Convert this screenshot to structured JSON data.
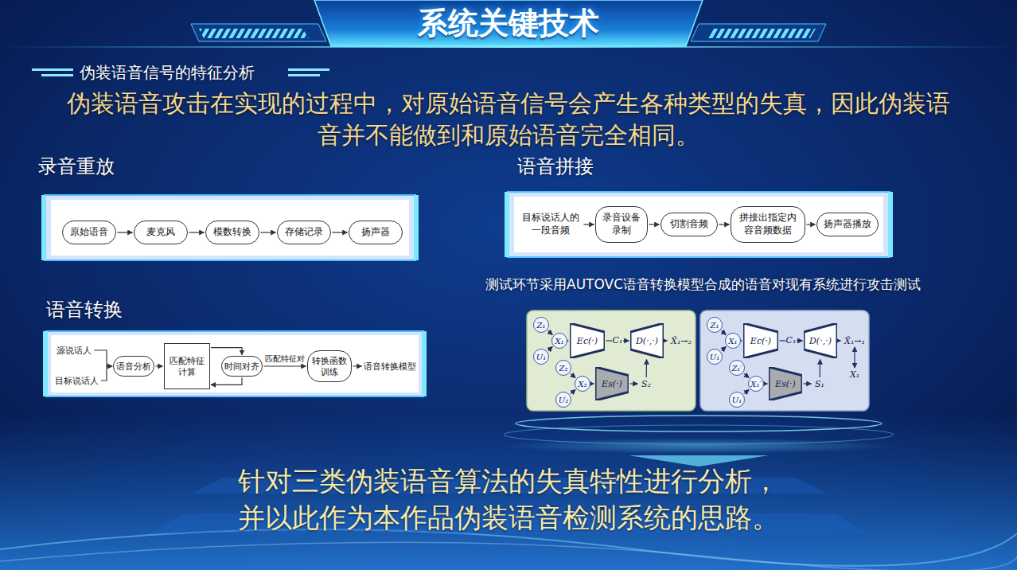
{
  "diagram": {
    "title": "系统关键技术",
    "nodes": [
      {
        "text": [
          "原始语音"
        ]
      },
      {
        "text": [
          "麦克风"
        ]
      },
      {
        "text": [
          "模数转换"
        ]
      },
      {
        "text": [
          "存储记录"
        ]
      },
      {
        "text": [
          "扬声器"
        ]
      },
      {
        "text": [
          "目标说话人的一段音频"
        ]
      },
      {
        "text": [
          "录音设备录制"
        ]
      },
      {
        "text": [
          "切割音频"
        ]
      },
      {
        "text": [
          "拼接出指定内容音频数据"
        ]
      },
      {
        "text": [
          "扬声器播放"
        ]
      },
      {
        "text": [
          "源说话人"
        ]
      },
      {
        "text": [
          "目标说话人"
        ]
      },
      {
        "text": [
          "语音分析"
        ]
      },
      {
        "text": [
          "匹配特征计算"
        ]
      },
      {
        "text": [
          "时间对齐"
        ]
      },
      {
        "text": [
          "转换函数训练"
        ]
      },
      {
        "text": [
          "语音转换模型"
        ]
      },
      {
        "text": [
          "Z₁"
        ]
      },
      {
        "text": [
          "U₁"
        ]
      },
      {
        "text": [
          "X₁"
        ]
      },
      {
        "text": [
          "Ec(·)"
        ]
      },
      {
        "text": [
          "D(·,·)"
        ]
      },
      {
        "text": [
          "X̂₁→₂"
        ]
      },
      {
        "text": [
          "Z₂"
        ]
      },
      {
        "text": [
          "U₂"
        ]
      },
      {
        "text": [
          "X₂"
        ]
      },
      {
        "text": [
          "Es(·)"
        ]
      },
      {
        "text": [
          "S₂"
        ]
      },
      {
        "text": [
          "Z₁"
        ]
      },
      {
        "text": [
          "U₁"
        ]
      },
      {
        "text": [
          "X₁"
        ]
      },
      {
        "text": [
          "Ec(·)"
        ]
      },
      {
        "text": [
          "D(·,·)"
        ]
      },
      {
        "text": [
          "X̂₁→₁"
        ]
      },
      {
        "text": [
          "X₁"
        ]
      },
      {
        "text": [
          "Z₁′"
        ]
      },
      {
        "text": [
          "X₁′"
        ]
      },
      {
        "text": [
          "U₁"
        ]
      },
      {
        "text": [
          "Es(·)"
        ]
      },
      {
        "text": [
          "S₁"
        ]
      }
    ],
    "edges": [
      {
        "from": 0,
        "to": 1,
        "arrow": "to"
      },
      {
        "from": 1,
        "to": 2,
        "arrow": "to"
      },
      {
        "from": 2,
        "to": 3,
        "arrow": "to"
      },
      {
        "from": 3,
        "to": 4,
        "arrow": "to"
      },
      {
        "from": 5,
        "to": 6,
        "arrow": "to"
      },
      {
        "from": 6,
        "to": 7,
        "arrow": "to"
      },
      {
        "from": 7,
        "to": 8,
        "arrow": "to"
      },
      {
        "from": 8,
        "to": 9,
        "arrow": "to"
      },
      {
        "from": 10,
        "to": 12,
        "arrow": "to"
      },
      {
        "from": 11,
        "to": 12,
        "arrow": "to"
      },
      {
        "from": 12,
        "to": 13,
        "arrow": "to"
      },
      {
        "from": 13,
        "to": 14,
        "arrow": "to"
      },
      {
        "from": 14,
        "to": 13,
        "arrow": "to"
      },
      {
        "from": 14,
        "to": 15,
        "label": "匹配特征对",
        "arrow": "to"
      },
      {
        "from": 15,
        "to": 16,
        "arrow": "to"
      },
      {
        "from": 17,
        "to": 19,
        "arrow": "to"
      },
      {
        "from": 18,
        "to": 19,
        "arrow": "to"
      },
      {
        "from": 19,
        "to": 20,
        "arrow": "to"
      },
      {
        "from": 20,
        "to": 21,
        "label": "C₁",
        "arrow": "to"
      },
      {
        "from": 21,
        "to": 22,
        "arrow": "to"
      },
      {
        "from": 23,
        "to": 25,
        "arrow": "to"
      },
      {
        "from": 24,
        "to": 25,
        "arrow": "to"
      },
      {
        "from": 25,
        "to": 26,
        "arrow": "to"
      },
      {
        "from": 26,
        "to": 27,
        "arrow": "to"
      },
      {
        "from": 27,
        "to": 21,
        "arrow": "to"
      },
      {
        "from": 28,
        "to": 30,
        "arrow": "to"
      },
      {
        "from": 29,
        "to": 30,
        "arrow": "to"
      },
      {
        "from": 30,
        "to": 31,
        "arrow": "to"
      },
      {
        "from": 31,
        "to": 32,
        "label": "C₁",
        "arrow": "to"
      },
      {
        "from": 32,
        "to": 33,
        "arrow": "to"
      },
      {
        "from": 35,
        "to": 36,
        "arrow": "to"
      },
      {
        "from": 37,
        "to": 36,
        "arrow": "to"
      },
      {
        "from": 36,
        "to": 38,
        "arrow": "to"
      },
      {
        "from": 38,
        "to": 39,
        "arrow": "to"
      },
      {
        "from": 39,
        "to": 32,
        "arrow": "to"
      },
      {
        "from": 33,
        "to": 34,
        "arrow": "both"
      }
    ],
    "labels": [
      "伪装语音信号的特征分析",
      "伪装语音攻击在实现的过程中，对原始语音信号会产生各种类型的失真，因此伪装语音并不能做到和原始语音完全相同。",
      "录音重放",
      "语音拼接",
      "测试环节采用AUTOVC语音转换模型合成的语音对现有系统进行攻击测试",
      "语音转换",
      "针对三类伪装语音算法的失真特性进行分析，",
      "并以此作为本作品伪装语音检测系统的思路。"
    ]
  }
}
